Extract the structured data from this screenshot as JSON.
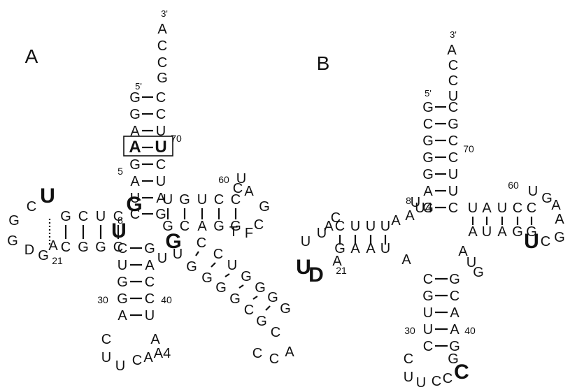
{
  "panels": {
    "A": {
      "label": "A",
      "end_5": "5'",
      "end_3": "3'",
      "n5": "5",
      "n8": "8",
      "n21": "21",
      "n30": "30",
      "n40": "40",
      "n60": "60",
      "n70": "70",
      "acceptor_tail": [
        "A",
        "C",
        "C",
        "G"
      ],
      "acceptor_5": [
        "G",
        "G",
        "A",
        "A",
        "G",
        "A",
        "U",
        "C"
      ],
      "acceptor_3": [
        "C",
        "C",
        "U",
        "U",
        "C",
        "U",
        "A",
        "G"
      ],
      "boxed_pair": "A–U",
      "junction_8": "U",
      "junction_9": "G",
      "d_stem_5": [
        "G",
        "C",
        "U",
        "C"
      ],
      "d_stem_3": [
        "C",
        "G",
        "G",
        "C"
      ],
      "d_loop": [
        "U",
        "C",
        "G",
        "G",
        "D",
        "G",
        "A"
      ],
      "anticodon_5": [
        "C",
        "U",
        "G",
        "G",
        "A"
      ],
      "anticodon_3": [
        "G",
        "A",
        "C",
        "C",
        "U"
      ],
      "anticodon_loop": [
        "C",
        "U",
        "U",
        "C",
        "A",
        "A4",
        "A"
      ],
      "variable": [
        "G",
        "U",
        "U"
      ],
      "t_stem_5": [
        "G",
        "C",
        "A",
        "G",
        "G"
      ],
      "t_stem_3": [
        "U",
        "G",
        "U",
        "C",
        "C"
      ],
      "t_loop": [
        "T",
        "F",
        "C",
        "G",
        "A",
        "C",
        "U"
      ],
      "ext_5": [
        "G",
        "G",
        "G",
        "G",
        "C",
        "G",
        "C"
      ],
      "ext_3": [
        "C",
        "C",
        "U",
        "G",
        "G",
        "G",
        "G"
      ],
      "ext_loop": [
        "C",
        "C",
        "A"
      ]
    },
    "B": {
      "label": "B",
      "end_5": "5'",
      "end_3": "3'",
      "n8": "8",
      "n21": "21",
      "n30": "30",
      "n40": "40",
      "n60": "60",
      "n70": "70",
      "acceptor_tail": [
        "A",
        "C",
        "C",
        "U"
      ],
      "acceptor_5": [
        "G",
        "C",
        "G",
        "G",
        "G",
        "A",
        "G"
      ],
      "acceptor_3": [
        "C",
        "G",
        "C",
        "C",
        "U",
        "U",
        "C"
      ],
      "junction_8": "U",
      "junction_9": "A",
      "u4": "U4",
      "d_stem_5": [
        "C",
        "U",
        "U",
        "U"
      ],
      "d_stem_3": [
        "G",
        "A",
        "A",
        "U"
      ],
      "d_loop": [
        "A",
        "A",
        "C",
        "U",
        "U",
        "U",
        "D",
        "A"
      ],
      "anticodon_5": [
        "C",
        "G",
        "U",
        "U",
        "C"
      ],
      "anticodon_3": [
        "G",
        "C",
        "A",
        "A",
        "G"
      ],
      "anticodon_loop": [
        "C",
        "U",
        "U",
        "C",
        "C",
        "C",
        "G"
      ],
      "variable": [
        "A",
        "U",
        "A",
        "G"
      ],
      "t_stem_5": [
        "A",
        "U",
        "A",
        "G",
        "G"
      ],
      "t_stem_3": [
        "U",
        "A",
        "U",
        "C",
        "C"
      ],
      "t_loop": [
        "U",
        "G",
        "A",
        "A",
        "C",
        "G",
        "U"
      ]
    }
  },
  "colors": {
    "ink": "#111111",
    "background": "#ffffff"
  }
}
